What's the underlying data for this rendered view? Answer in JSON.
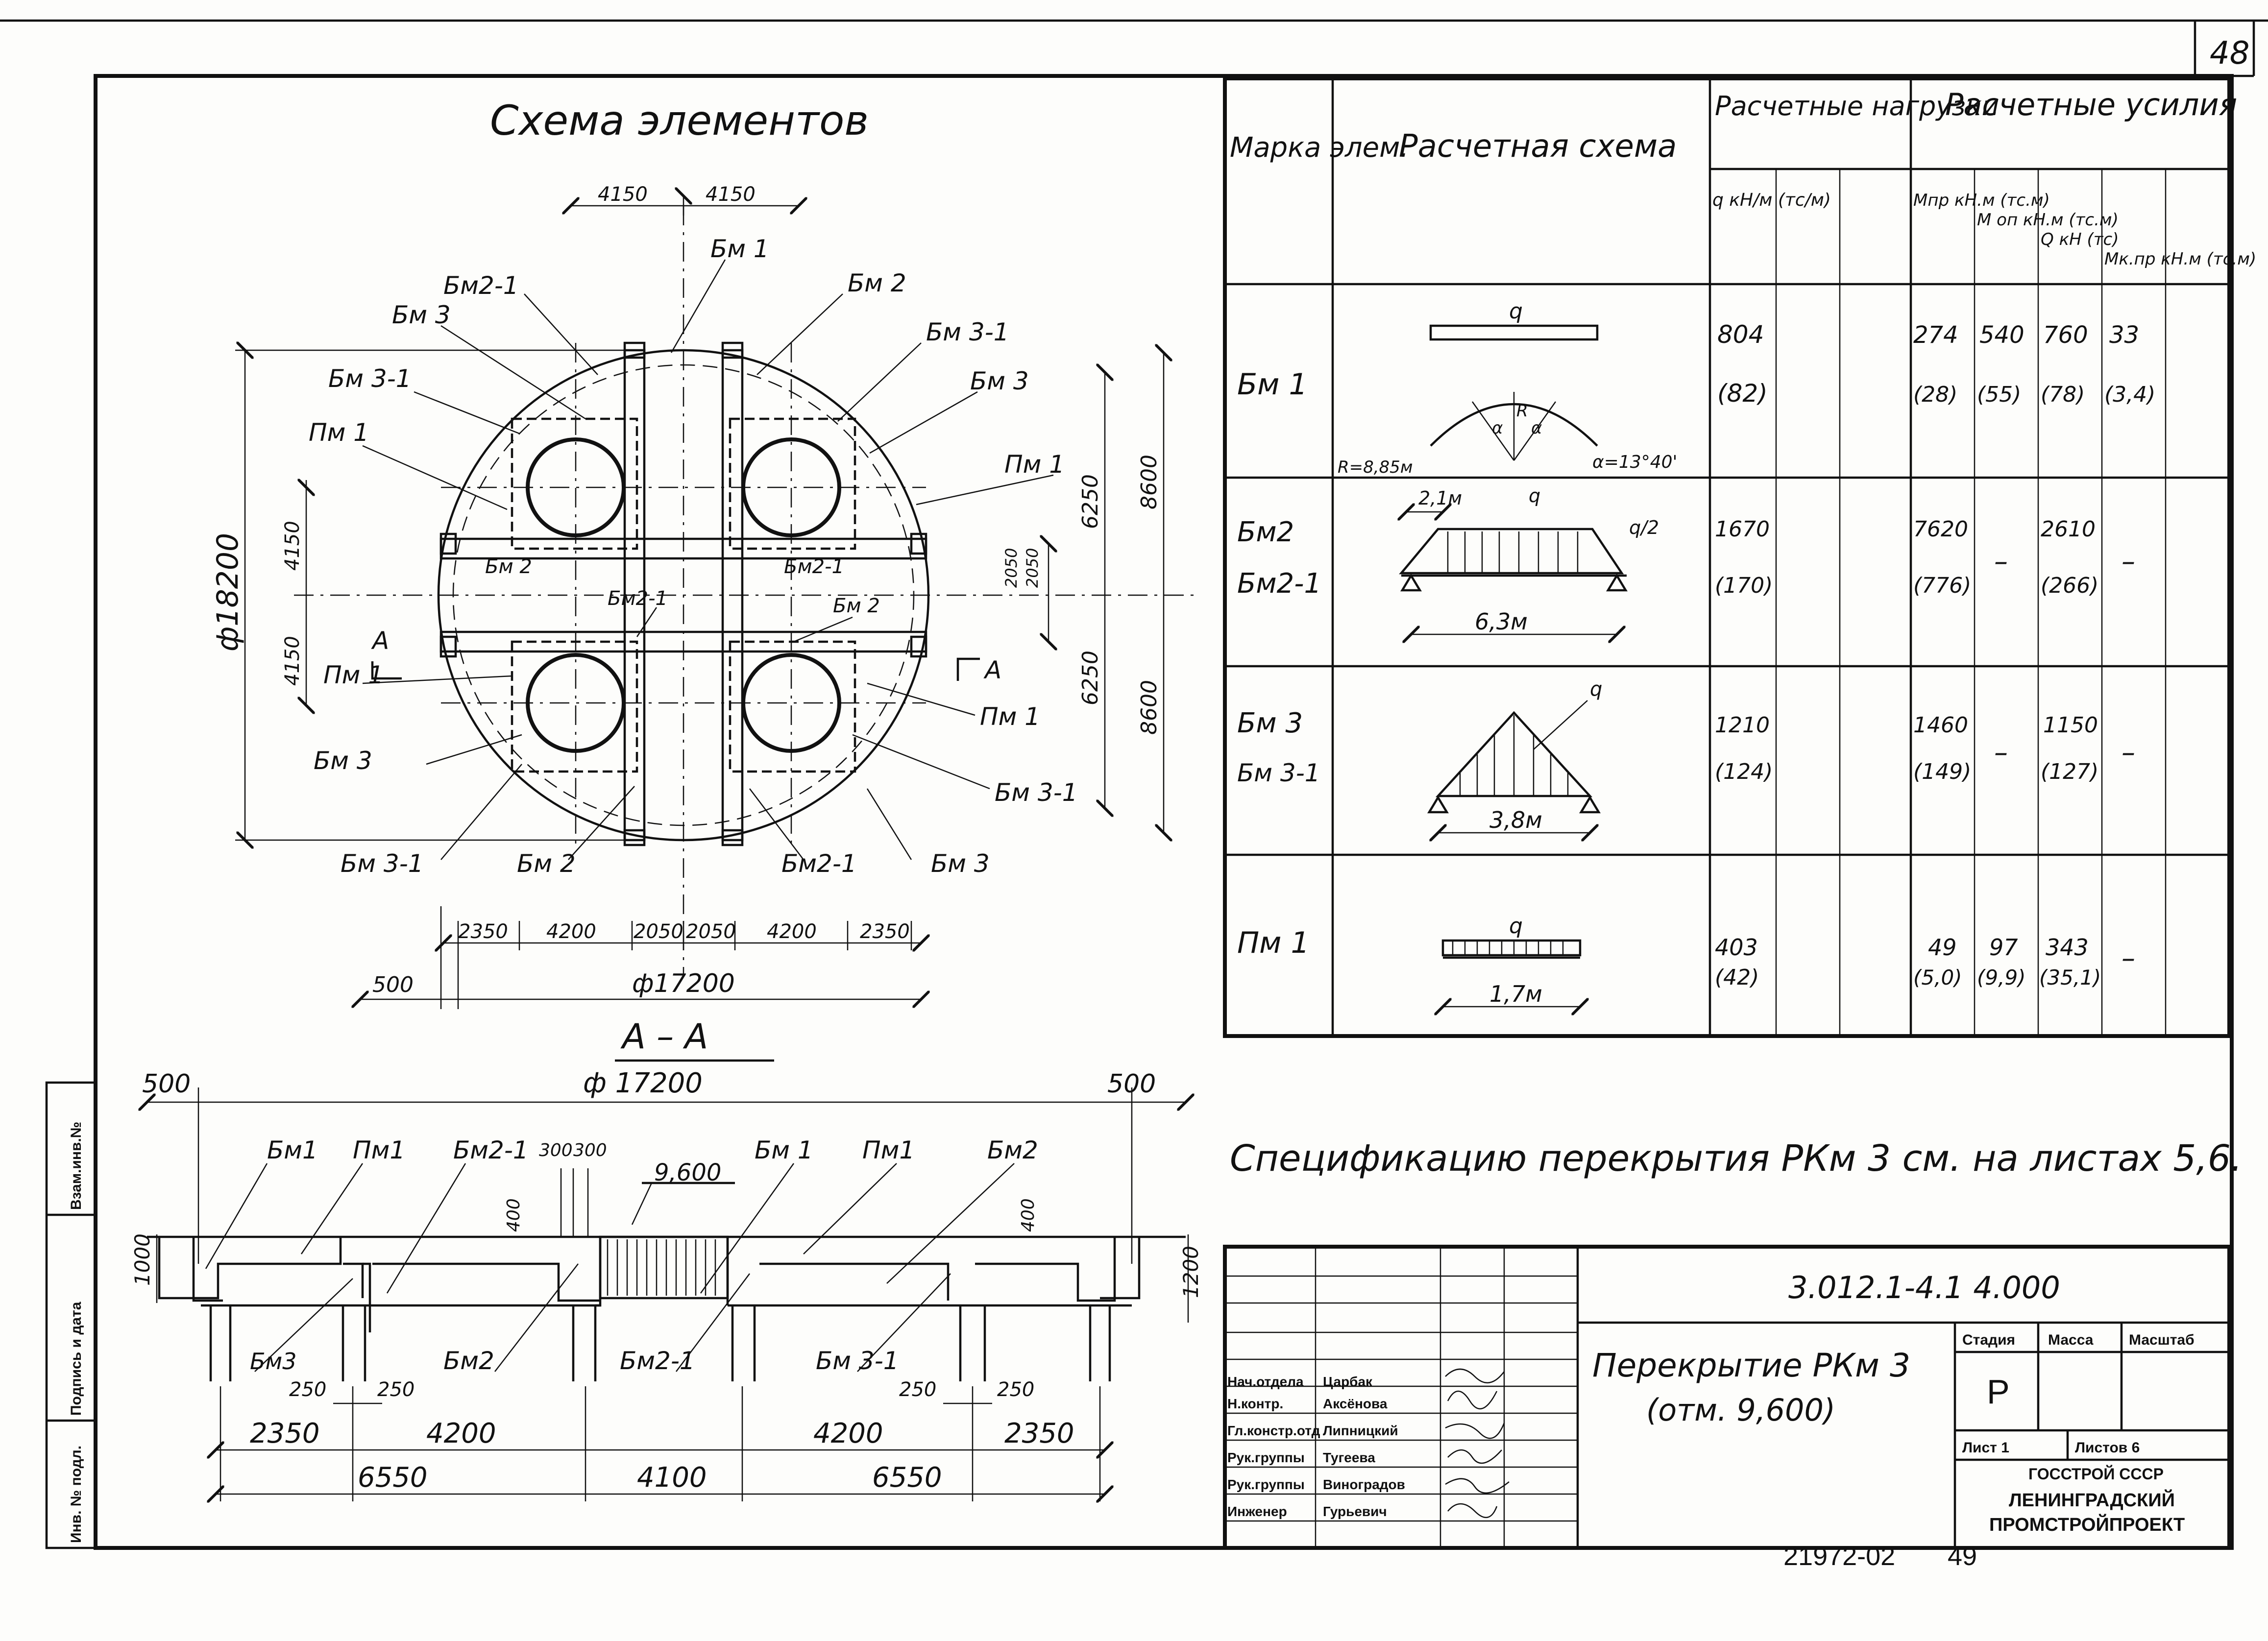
{
  "sheet_number": "48",
  "page_footer": {
    "number": "21972-02",
    "page": "49"
  },
  "scheme": {
    "title": "Схема элементов",
    "dims_top": [
      "4150",
      "4150"
    ],
    "dims_left": [
      "4150",
      "4150"
    ],
    "dim_diameter_outer": "ф18200",
    "dims_right_inner": [
      "6250",
      "6250"
    ],
    "dims_right_outer": [
      "8600",
      "8600"
    ],
    "dims_center_small": [
      "2050",
      "2050"
    ],
    "dims_bottom": [
      "2350",
      "4200",
      "2050",
      "2050",
      "4200",
      "2350"
    ],
    "dim_bottom_offset": "500",
    "dim_diameter_inner": "ф17200",
    "section_mark": "А",
    "labels": {
      "bm1": "Бм 1",
      "bm2": "Бм 2",
      "bm2_1": "Бм2-1",
      "bm3": "Бм 3",
      "bm3_1": "Бм 3-1",
      "pm1": "Пм 1"
    }
  },
  "section": {
    "title": "А – А",
    "dim_top": "ф 17200",
    "dim_left": "500",
    "dim_right": "500",
    "labels_top": [
      "Бм1",
      "Пм1",
      "Бм2-1",
      "Бм 1",
      "Пм1",
      "Бм2"
    ],
    "dims_300": [
      "300",
      "300"
    ],
    "elevation": "9,600",
    "dim_400": "400",
    "dim_1000": "1000",
    "dim_1200": "1200",
    "labels_bottom": [
      "Бм3",
      "Бм2",
      "Бм2-1",
      "Бм 3-1"
    ],
    "dims_250": [
      "250",
      "250",
      "250",
      "250"
    ],
    "dims_row1": [
      "2350",
      "4200",
      "4200",
      "2350"
    ],
    "dims_row2": [
      "6550",
      "4100",
      "6550"
    ]
  },
  "table": {
    "headers": {
      "mark": "Марка элем.",
      "scheme": "Расчетная схема",
      "loads": "Расчетные нагрузки",
      "forces": "Расчетные усилия",
      "q": "q кН/м (тс/м)",
      "mpr": "Мпр кН.м (тс.м)",
      "mop": "М оп кН.м (тс.м)",
      "Q": "Q кН (тс)",
      "mkpr": "Мк.пр кН.м (тс.м)"
    },
    "rows": [
      {
        "mark": "Бм 1",
        "mark2": "",
        "q": "804",
        "q2": "(82)",
        "mpr": "274",
        "mpr2": "(28)",
        "mop": "540",
        "mop2": "(55)",
        "Q": "760",
        "Q2": "(78)",
        "mk": "33",
        "mk2": "(3,4)",
        "scheme_notes": [
          "q",
          "R",
          "α",
          "α",
          "R=8,85м",
          "α=13°40'"
        ]
      },
      {
        "mark": "Бм2",
        "mark2": "Бм2-1",
        "q": "1670",
        "q2": "(170)",
        "mpr": "7620",
        "mpr2": "(776)",
        "mop": "–",
        "mop2": "",
        "Q": "2610",
        "Q2": "(266)",
        "mk": "–",
        "mk2": "",
        "scheme_notes": [
          "2,1м",
          "q",
          "q/2",
          "6,3м"
        ]
      },
      {
        "mark": "Бм 3",
        "mark2": "Бм 3-1",
        "q": "1210",
        "q2": "(124)",
        "mpr": "1460",
        "mpr2": "(149)",
        "mop": "–",
        "mop2": "",
        "Q": "1150",
        "Q2": "(127)",
        "mk": "–",
        "mk2": "",
        "scheme_notes": [
          "q",
          "3,8м"
        ]
      },
      {
        "mark": "Пм 1",
        "mark2": "",
        "q": "403",
        "q2": "(42)",
        "mpr": "49",
        "mpr2": "(5,0)",
        "mop": "97",
        "mop2": "(9,9)",
        "Q": "343",
        "Q2": "(35,1)",
        "mk": "–",
        "mk2": "",
        "scheme_notes": [
          "q",
          "1,7м"
        ]
      }
    ]
  },
  "spec_note": "Спецификацию перекрытия РКм 3 см. на листах 5,6.",
  "title_block": {
    "code": "3.012.1-4.1 4.000",
    "title": "Перекрытие РКм 3",
    "subtitle": "(отм. 9,600)",
    "stage_label": "Стадия",
    "mass_label": "Масса",
    "scale_label": "Масштаб",
    "stage": "Р",
    "sheet_label": "Лист 1",
    "sheets_label": "Листов 6",
    "org1": "ГОССТРОЙ СССР",
    "org2": "ЛЕНИНГРАДСКИЙ",
    "org3": "ПРОМСТРОЙПРОЕКТ",
    "people": [
      {
        "role": "Нач.отдела",
        "name": "Царбак"
      },
      {
        "role": "Н.контр.",
        "name": "Аксёнова"
      },
      {
        "role": "Гл.констр.отд",
        "name": "Липницкий"
      },
      {
        "role": "Рук.группы",
        "name": "Тугеева"
      },
      {
        "role": "Рук.группы",
        "name": "Виноградов"
      },
      {
        "role": "Инженер",
        "name": "Гурьевич"
      }
    ]
  },
  "side_stamp": [
    "Инв. № подл.",
    "Подпись и дата",
    "Взам.инв.№"
  ]
}
